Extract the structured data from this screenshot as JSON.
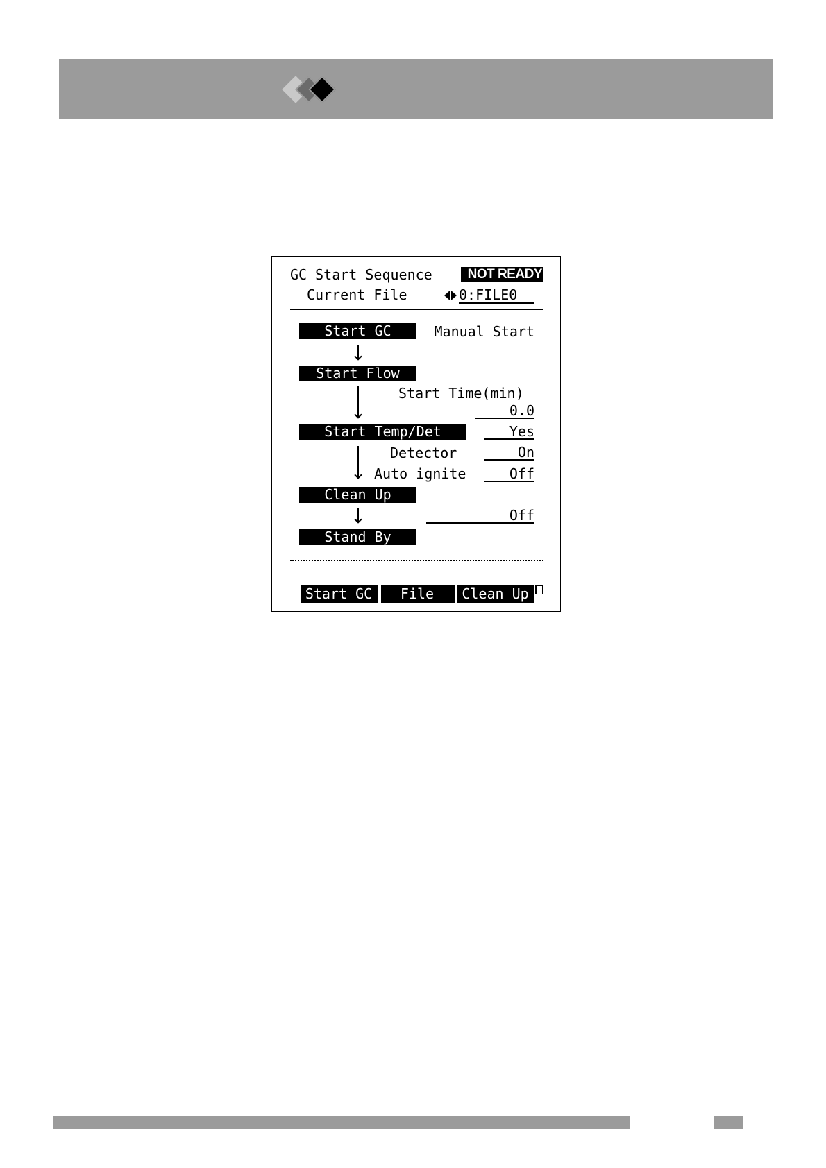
{
  "page": {
    "header_bar_color": "#9b9b9b",
    "footer_bar_color": "#9b9b9b"
  },
  "logo": {
    "icons": [
      "diamond-light-icon",
      "diamond-gray-icon",
      "diamond-black-icon"
    ],
    "colors": [
      "#c9c9c9",
      "#6b6b6b",
      "#000000"
    ]
  },
  "screen": {
    "title": "GC Start Sequence",
    "status": "NOT READY",
    "current_file": {
      "label": "Current File",
      "selector_icon": "left-right-arrow-icon",
      "value": "0:FILE0"
    },
    "sequence": {
      "start_gc": {
        "label": "Start GC",
        "mode": "Manual Start"
      },
      "start_flow": {
        "label": "Start Flow",
        "start_time_label": "Start Time(min)",
        "start_time_value": "0.0"
      },
      "start_temp_det": {
        "label": "Start Temp/Det",
        "value": "Yes",
        "detector_label": "Detector",
        "detector_value": "On",
        "auto_ignite_label": "Auto ignite",
        "auto_ignite_value": "Off"
      },
      "clean_up": {
        "label": "Clean Up",
        "value": "Off"
      },
      "stand_by": {
        "label": "Stand By"
      }
    },
    "function_keys": [
      {
        "label": "Start GC"
      },
      {
        "label": "File"
      },
      {
        "label": "Clean Up"
      }
    ],
    "more_icon": "page-indicator-icon"
  }
}
